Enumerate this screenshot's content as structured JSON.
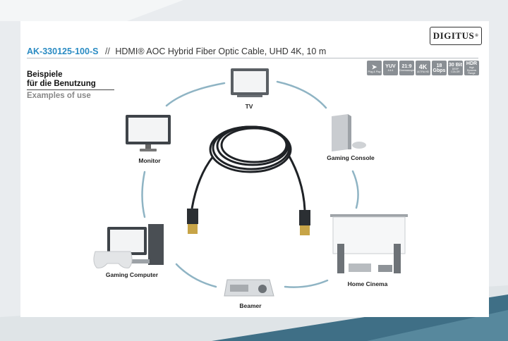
{
  "brand": {
    "logo_text": "DIGITUS",
    "logo_mark": "®"
  },
  "header": {
    "article_number": "AK-330125-100-S",
    "separator": "//",
    "product_title": "HDMI® AOC Hybrid Fiber Optic Cable, UHD 4K, 10 m"
  },
  "badges": [
    {
      "main": "",
      "sub": "Plug & Play",
      "icon": "play-arrow-icon"
    },
    {
      "main": "YUV",
      "sub": "4:4:4"
    },
    {
      "main": "21:9",
      "sub": "Cinemascope"
    },
    {
      "main": "4K",
      "sub": "ULTRA HD"
    },
    {
      "main": "18",
      "main2": "Gbps"
    },
    {
      "main": "30 Bit",
      "sub": "DEEP COLOR"
    },
    {
      "main": "HDR",
      "sub": "High Dynamic Range"
    }
  ],
  "section": {
    "title_de_line1": "Beispiele",
    "title_de_line2": "für die Benutzung",
    "title_en": "Examples of use"
  },
  "devices": {
    "tv": "TV",
    "gaming_console": "Gaming Console",
    "home_cinema": "Home Cinema",
    "beamer": "Beamer",
    "gaming_computer": "Gaming Computer",
    "monitor": "Monitor"
  },
  "colors": {
    "accent": "#2a8bc3",
    "arc": "#8fb4c4",
    "band": "#3f6f86"
  }
}
